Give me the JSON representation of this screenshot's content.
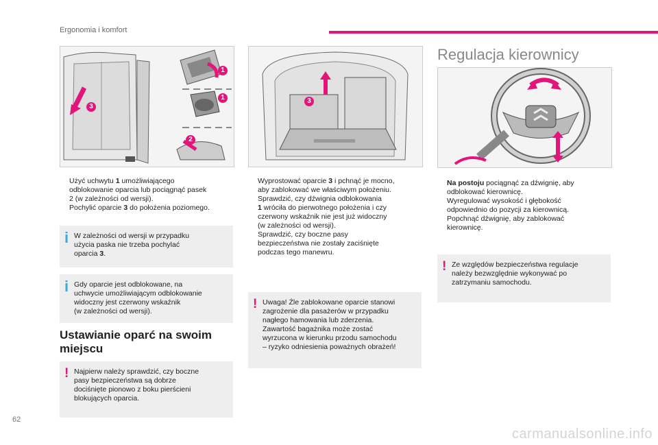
{
  "header": {
    "title": "Ergonomia i komfort"
  },
  "page_number": "62",
  "watermark": "carmanualsonline.info",
  "colors": {
    "accent": "#e2157a",
    "info": "#3ea8d6",
    "box_bg": "#eeeeee"
  },
  "col1": {
    "illustration_callouts": [
      "1",
      "1",
      "2",
      "3"
    ],
    "bullets": [
      {
        "pre": "Użyć uchwytu ",
        "bold": "1",
        "post": " umożliwiającego\nodblokowanie oparcia lub pociągnąć pasek\n2 (w zależności od wersji)."
      },
      {
        "pre": "Pochylić oparcie ",
        "bold": "3",
        "post": " do położenia poziomego."
      }
    ],
    "info1": {
      "pre": "W zależności od wersji w przypadku\nużycia paska nie trzeba pochylać\noparcia ",
      "bold": "3",
      "post": "."
    },
    "info2": {
      "text": "Gdy oparcie jest odblokowane, na\nuchwycie umożliwiającym odblokowanie\nwidoczny jest czerwony wskaźnik\n(w zależności od wersji)."
    },
    "section_title": "Ustawianie oparć na swoim\nmiejscu",
    "warning": {
      "text": "Najpierw należy sprawdzić, czy boczne\npasy bezpieczeństwa są dobrze\ndociśnięte pionowo z boku pierścieni\nblokujących oparcia."
    }
  },
  "col2": {
    "illustration_callouts": [
      "3"
    ],
    "bullets": [
      {
        "pre": "Wyprostować oparcie ",
        "bold": "3",
        "post": " i pchnąć je mocno,\naby zablokować we właściwym położeniu."
      },
      {
        "pre": "Sprawdzić, czy dźwignia odblokowania\n",
        "bold": "1",
        "post": " wróciła do pierwotnego położenia i czy\nczerwony wskaźnik nie jest już widoczny\n(w zależności od wersji)."
      },
      {
        "pre": "Sprawdzić, czy boczne pasy\nbezpieczeństwa nie zostały zaciśnięte\npodczas tego manewru.",
        "bold": "",
        "post": ""
      }
    ],
    "warning": {
      "text": "Uwaga! Źle zablokowane oparcie stanowi\nzagrożenie dla pasażerów w przypadku\nnagłego hamowania lub zderzenia.\nZawartość bagażnika może zostać\nwyrzucona w kierunku przodu samochodu\n– ryzyko odniesienia poważnych obrażeń!"
    }
  },
  "col3": {
    "title": "Regulacja kierownicy",
    "bullets": [
      {
        "pre": "",
        "bold": "Na postoju",
        "post": " pociągnąć za dźwignię, aby\nodblokować kierownicę."
      },
      {
        "pre": "Wyregulować wysokość i głębokość\nodpowiednio do pozycji za kierownicą.",
        "bold": "",
        "post": ""
      },
      {
        "pre": "Popchnąć dźwignię, aby zablokować\nkierownicę.",
        "bold": "",
        "post": ""
      }
    ],
    "warning": {
      "text": "Ze względów bezpieczeństwa regulacje\nnależy bezwzględnie wykonywać po\nzatrzymaniu samochodu."
    }
  },
  "icons": {
    "bullet": "arrow-bullet-icon",
    "info": "info-icon",
    "warning": "warning-icon"
  },
  "glyphs": {
    "bullet": "",
    "info": "i",
    "warning": "!"
  }
}
